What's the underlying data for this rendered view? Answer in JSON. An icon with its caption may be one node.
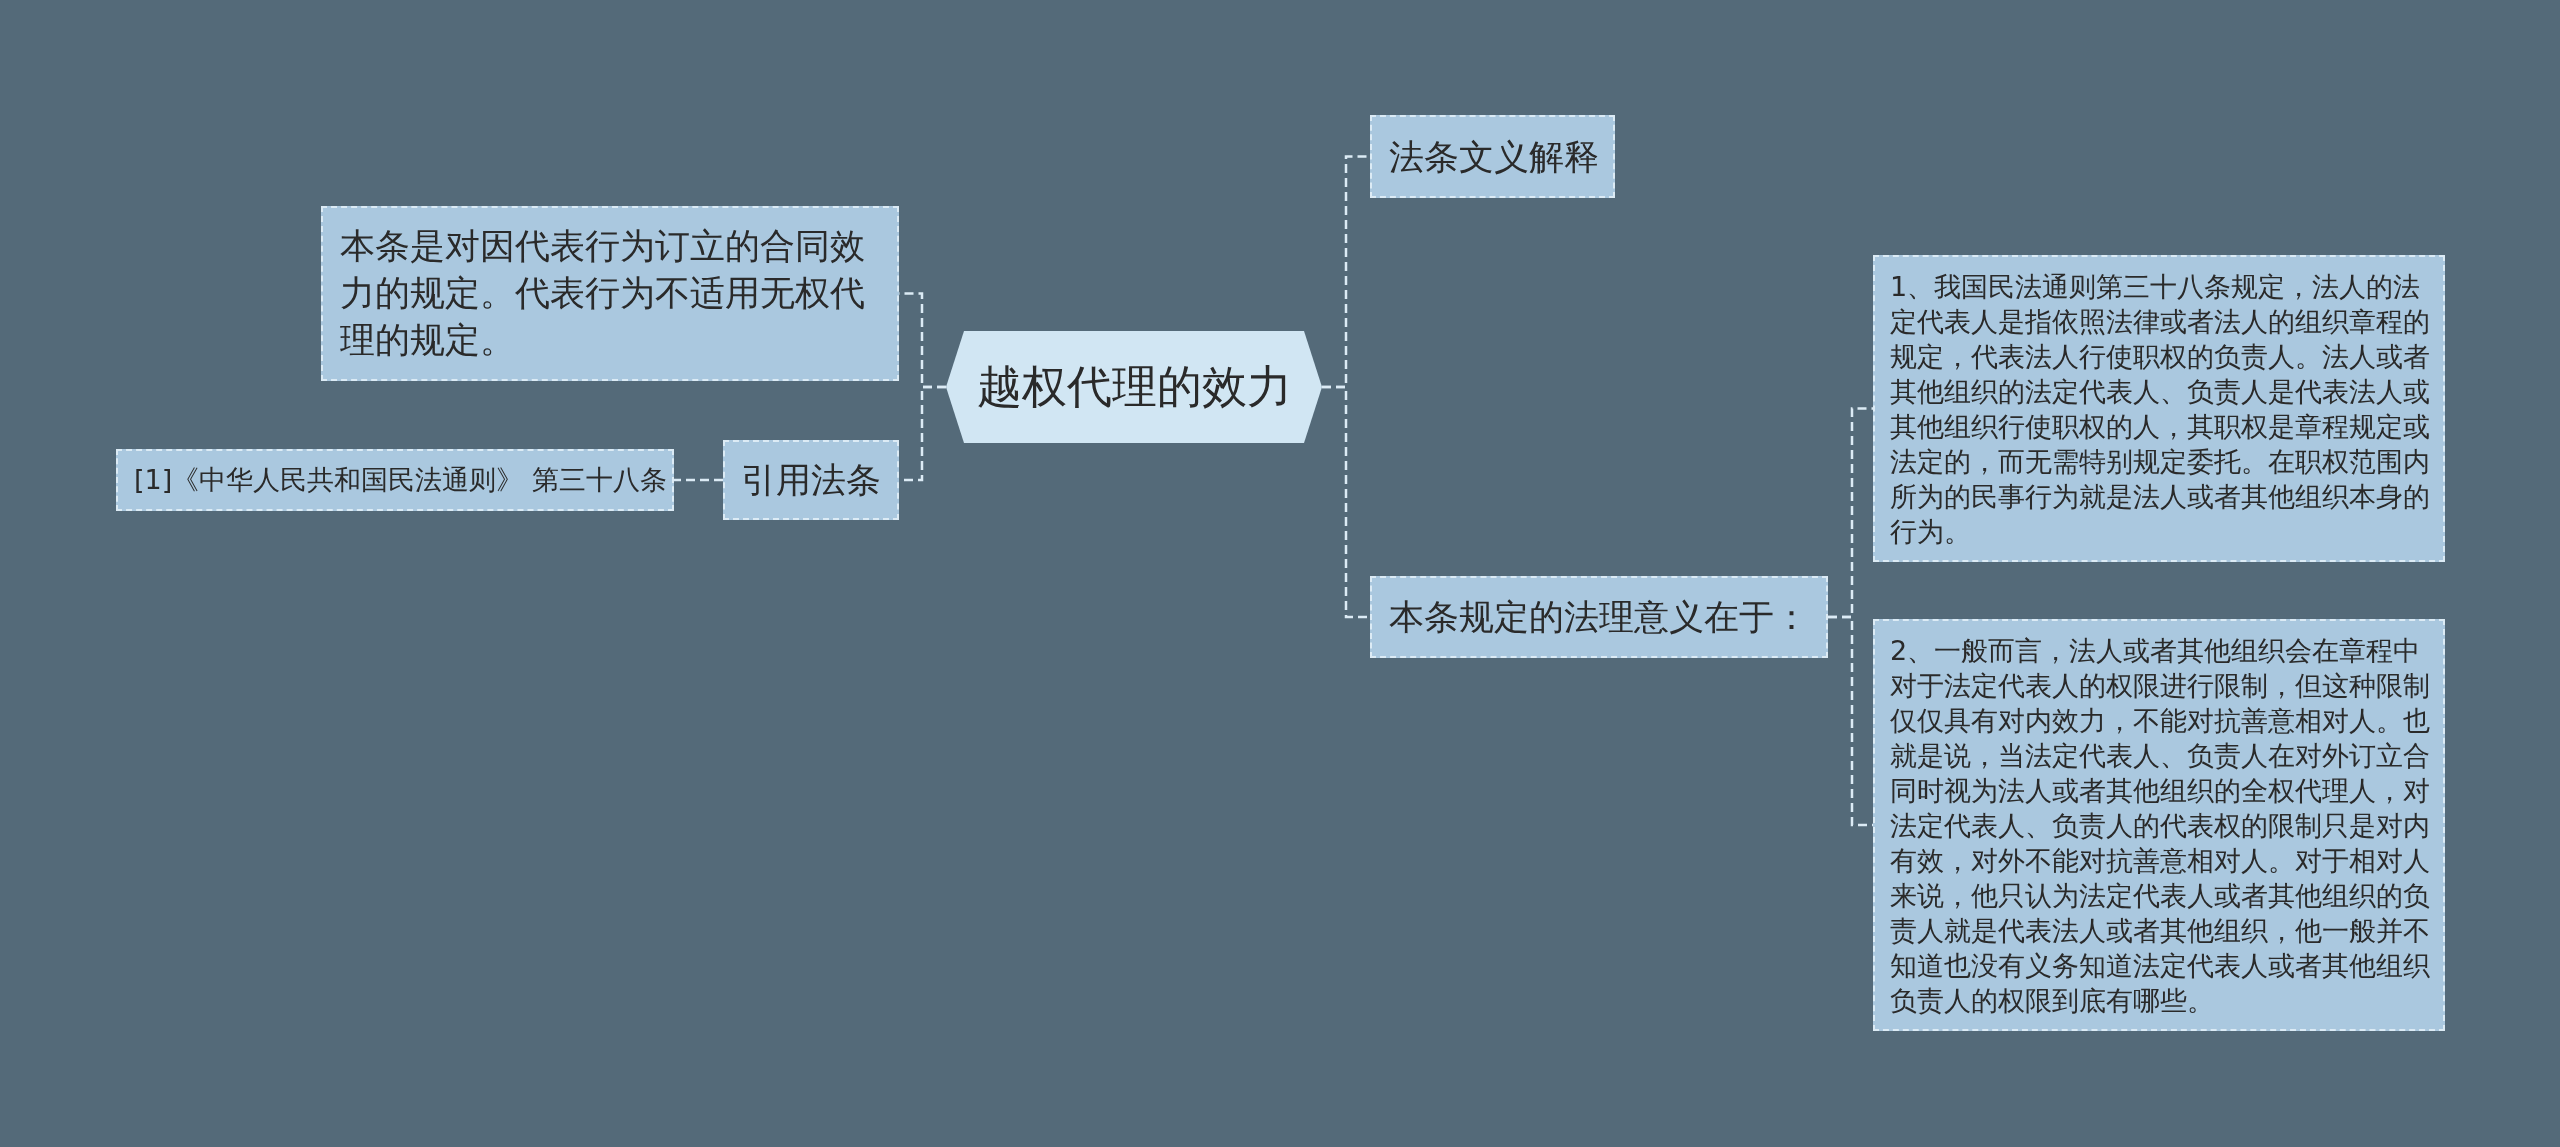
{
  "diagram": {
    "nodes": [
      {
        "text": [
          "越权代理的效力"
        ]
      },
      {
        "text": [
          "本条是对因代表行为订立的合同效力的规定。代表行为不适用无权代理的规定。"
        ]
      },
      {
        "text": [
          "引用法条"
        ]
      },
      {
        "text": [
          "[1]《中华人民共和国民法通则》 第三十八条"
        ]
      },
      {
        "text": [
          "法条文义解释"
        ]
      },
      {
        "text": [
          "本条规定的法理意义在于："
        ]
      },
      {
        "text": [
          "1、我国民法通则第三十八条规定，法人的法定代表人是指依照法律或者法人的组织章程的规定，代表法人行使职权的负责人。法人或者其他组织的法定代表人、负责人是代表法人或其他组织行使职权的人，其职权是章程规定或法定的，而无需特别规定委托。在职权范围内所为的民事行为就是法人或者其他组织本身的行为。"
        ]
      },
      {
        "text": [
          "2、一般而言，法人或者其他组织会在章程中对于法定代表人的权限进行限制，但这种限制仅仅具有对内效力，不能对抗善意相对人。也就是说，当法定代表人、负责人在对外订立合同时视为法人或者其他组织的全权代理人，对法定代表人、负责人的代表权的限制只是对内有效，对外不能对抗善意相对人。对于相对人来说，他只认为法定代表人或者其他组织的负责人就是代表法人或者其他组织，他一般并不知道也没有义务知道法定代表人或者其他组织负责人的权限到底有哪些。"
        ]
      }
    ],
    "edges": [
      {
        "from": 0,
        "to": 1,
        "arrow": "none",
        "style": "dashed"
      },
      {
        "from": 0,
        "to": 2,
        "arrow": "none",
        "style": "dashed"
      },
      {
        "from": 2,
        "to": 3,
        "arrow": "none",
        "style": "dashed"
      },
      {
        "from": 0,
        "to": 4,
        "arrow": "none",
        "style": "dashed"
      },
      {
        "from": 0,
        "to": 5,
        "arrow": "none",
        "style": "dashed"
      },
      {
        "from": 5,
        "to": 6,
        "arrow": "none",
        "style": "dashed"
      },
      {
        "from": 5,
        "to": 7,
        "arrow": "none",
        "style": "dashed"
      }
    ]
  }
}
